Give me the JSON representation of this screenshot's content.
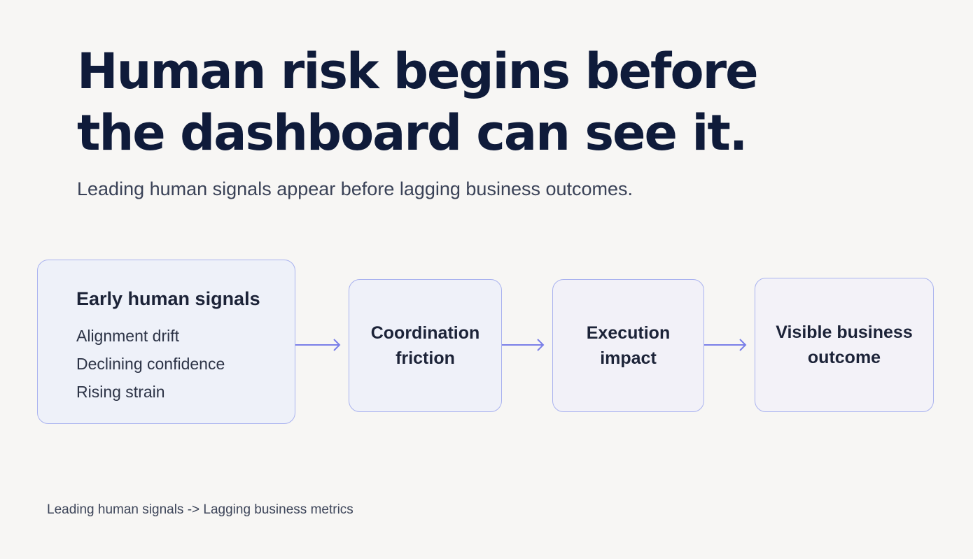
{
  "slide": {
    "title_lines": [
      "Human risk begins before",
      "the dashboard can see it."
    ],
    "subtitle": "Leading human signals appear before lagging business outcomes.",
    "footer": "Leading human signals -> Lagging business metrics"
  },
  "diagram": {
    "first_box": {
      "heading": "Early human signals",
      "items": [
        "Alignment drift",
        "Declining confidence",
        "Rising strain"
      ]
    },
    "steps": [
      {
        "label": "Coordination\nfriction"
      },
      {
        "label": "Execution\nimpact"
      },
      {
        "label": "Visible business\noutcome"
      }
    ],
    "arrow_color": "#7a7fe8",
    "border_color": "#aab3ef"
  }
}
